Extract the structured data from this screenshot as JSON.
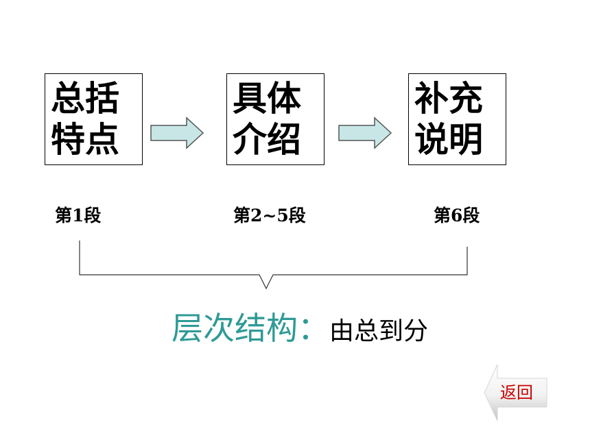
{
  "steps": [
    {
      "line1": "总括",
      "line2": "特点",
      "segment": "第1段"
    },
    {
      "line1": "具体",
      "line2": "介绍",
      "segment": "第2~5段"
    },
    {
      "line1": "补充",
      "line2": "说明",
      "segment": "第6段"
    }
  ],
  "structure": {
    "label": "层次结构：",
    "value": "由总到分"
  },
  "back_button": {
    "label": "返回"
  },
  "colors": {
    "arrow_fill": "#c8e6e6",
    "structure_label": "#2f9a96",
    "back_label": "#cc0000"
  }
}
